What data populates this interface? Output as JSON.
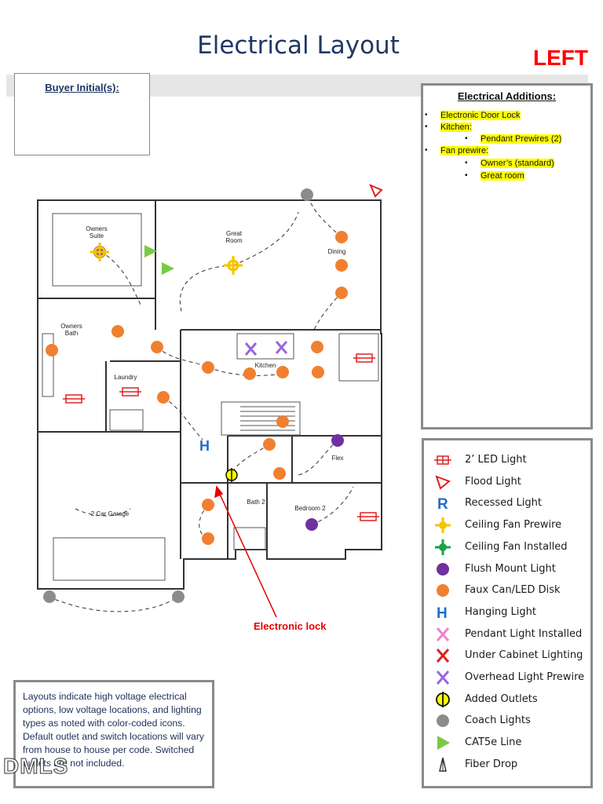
{
  "header": {
    "title": "Electrical Layout",
    "side": "LEFT"
  },
  "buyer_box": {
    "label": "Buyer Initial(s):"
  },
  "additions": {
    "title": "Electrical Additions",
    "title_suffix": ":",
    "items": [
      {
        "level": 1,
        "text": "Electronic Door Lock"
      },
      {
        "level": 1,
        "text": "Kitchen:"
      },
      {
        "level": 2,
        "text": "Pendant Prewires (2)"
      },
      {
        "level": 1,
        "text": "Fan prewire:"
      },
      {
        "level": 2,
        "text": "Owner’s (standard)"
      },
      {
        "level": 2,
        "text": "Great room"
      }
    ]
  },
  "plan": {
    "rooms": {
      "owners_suite": "Owners\nSuite",
      "great_room": "Great\nRoom",
      "dining": "Dining",
      "owners_bath": "Owners\nBath",
      "kitchen": "Kitchen",
      "laundry": "Laundry",
      "flex": "Flex",
      "bath2": "Bath 2",
      "bedroom2": "Bedroom 2",
      "garage": "2 Car Garage"
    },
    "callout": "Electronic lock"
  },
  "legend": [
    {
      "icon": "led-2ft-icon",
      "label": "2’ LED Light",
      "color": "#e02020"
    },
    {
      "icon": "flood-light-icon",
      "label": "Flood Light",
      "color": "#e02020"
    },
    {
      "icon": "recessed-light-icon",
      "label": "Recessed Light",
      "color": "#1f6fc4"
    },
    {
      "icon": "ceiling-fan-prewire-icon",
      "label": "Ceiling Fan Prewire",
      "color": "#f5c400"
    },
    {
      "icon": "ceiling-fan-installed-icon",
      "label": "Ceiling Fan Installed",
      "color": "#1aa34a"
    },
    {
      "icon": "flush-mount-icon",
      "label": "Flush Mount Light",
      "color": "#7030a0"
    },
    {
      "icon": "faux-can-icon",
      "label": "Faux Can/LED Disk",
      "color": "#f08030"
    },
    {
      "icon": "hanging-light-icon",
      "label": "Hanging Light",
      "color": "#1f6fc4"
    },
    {
      "icon": "pendant-installed-icon",
      "label": "Pendant Light Installed",
      "color": "#f080d0"
    },
    {
      "icon": "under-cabinet-icon",
      "label": "Under Cabinet Lighting",
      "color": "#e02020"
    },
    {
      "icon": "overhead-prewire-icon",
      "label": "Overhead Light Prewire",
      "color": "#9966dd"
    },
    {
      "icon": "added-outlet-icon",
      "label": "Added Outlets",
      "color": "#ffff00"
    },
    {
      "icon": "coach-light-icon",
      "label": "Coach Lights",
      "color": "#8c8c8c"
    },
    {
      "icon": "cat5e-icon",
      "label": "CAT5e Line",
      "color": "#7ac943"
    },
    {
      "icon": "fiber-drop-icon",
      "label": "Fiber Drop",
      "color": "#333333"
    }
  ],
  "note": {
    "text": "Layouts indicate high voltage electrical options, low voltage locations, and lighting types as noted with color-coded icons. Default outlet and switch locations will vary from house to house per code. Switched outlets are not included."
  },
  "watermark": "DMLS"
}
